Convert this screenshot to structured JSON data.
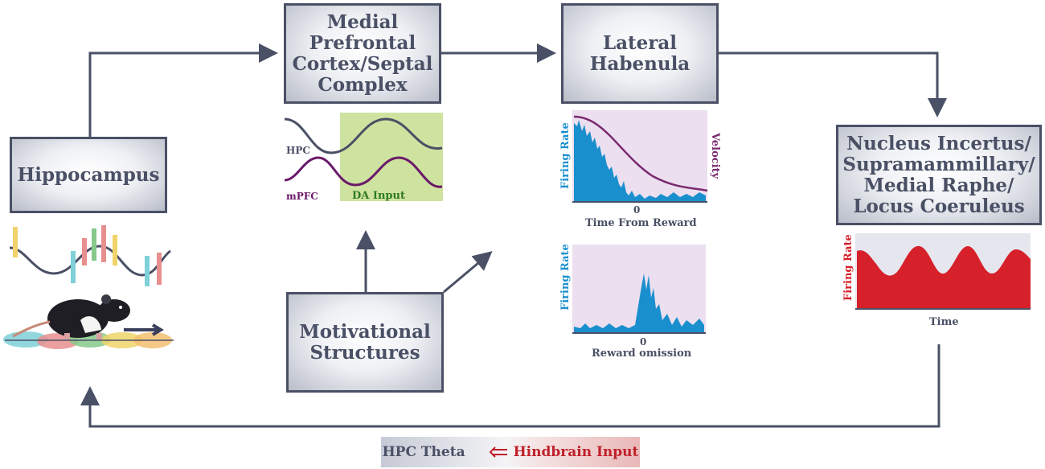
{
  "boxes": {
    "hippocampus": "Hippocampus",
    "mpfc": "Medial\nPrefrontal\nCortex/Septal\nComplex",
    "lhb": "Lateral\nHabenula",
    "ni": "Nucleus Incertus/\nSupramammillary/\nMedial Raphe/\nLocus Coeruleus",
    "motivational": "Motivational\nStructures"
  },
  "oscillation_panel": {
    "hpc_label": "HPC",
    "mpfc_label": "mPFC",
    "da_label": "DA Input"
  },
  "lhb_plot_reward": {
    "ylabel": "Firing Rate",
    "ylabel_right": "Velocity",
    "xlabel": "Time From Reward",
    "zero_tick": "0"
  },
  "lhb_plot_omission": {
    "ylabel": "Firing Rate",
    "xlabel": "Reward omission",
    "zero_tick": "0"
  },
  "ni_plot": {
    "ylabel": "Firing Rate",
    "xlabel": "Time"
  },
  "legend": {
    "hpc_theta": "HPC Theta",
    "hindbrain_input": "Hindbrain Input"
  },
  "colors": {
    "wire": "#4a5065",
    "firing_blue": "#1a8fce",
    "velocity_purple": "#7a2a6e",
    "mpfc_purple": "#6a1a6a",
    "hindbrain_red": "#d6202a",
    "da_green": "#cfe3a0",
    "lhb_bg": "#ecdff0"
  }
}
